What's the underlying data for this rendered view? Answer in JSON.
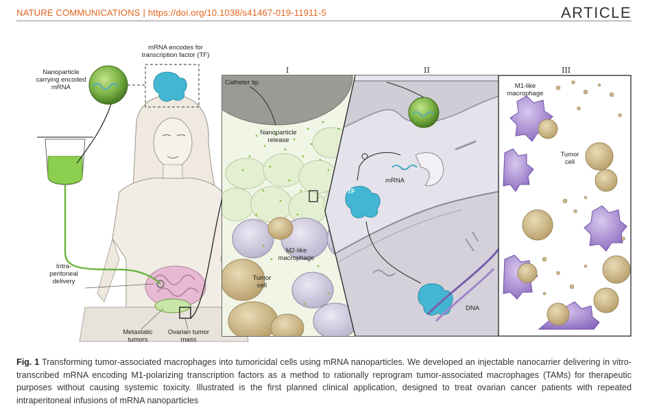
{
  "header": {
    "journal": "NATURE COMMUNICATIONS | https://doi.org/10.1038/s41467-019-11911-5",
    "section": "ARTICLE"
  },
  "figure": {
    "labels": {
      "nanoparticle": "Nanoparticle carrying encoded mRNA",
      "mrna_encodes": "mRNA encodes for transcription factor (TF)",
      "intraperitoneal": "Intra-peritoneal delivery",
      "metastatic": "Metastatic tumors",
      "ovarian": "Ovarian tumor mass",
      "catheter": "Catheter tip",
      "np_release": "Nanoparticle release",
      "m2": "M2-like macrophage",
      "tumor_cell_1": "Tumor cell",
      "tf": "TF",
      "mrna": "mRNA",
      "dna": "DNA",
      "m1": "M1-like macrophage",
      "tumor_cell_2": "Tumor cell"
    },
    "panels": [
      "I",
      "II",
      "III"
    ]
  },
  "caption": {
    "fig_label": "Fig. 1",
    "text": " Transforming tumor-associated macrophages into tumoricidal cells using mRNA nanoparticles. We developed an injectable nanocarrier delivering in vitro-transcribed mRNA encoding M1-polarizing transcription factors as a method to rationally reprogram tumor-associated macrophages (TAMs) for therapeutic purposes without causing systemic toxicity. Illustrated is the first planned clinical application, designed to treat ovarian cancer patients with repeated intraperitoneal infusions of mRNA nanoparticles"
  },
  "colors": {
    "journal": "#e2621b",
    "nanoparticle_green": "#6aa84f",
    "tf_cyan": "#3fb7d0",
    "macrophage_purple": "#9b7fc6",
    "tumor_tan": "#c9b48a"
  }
}
